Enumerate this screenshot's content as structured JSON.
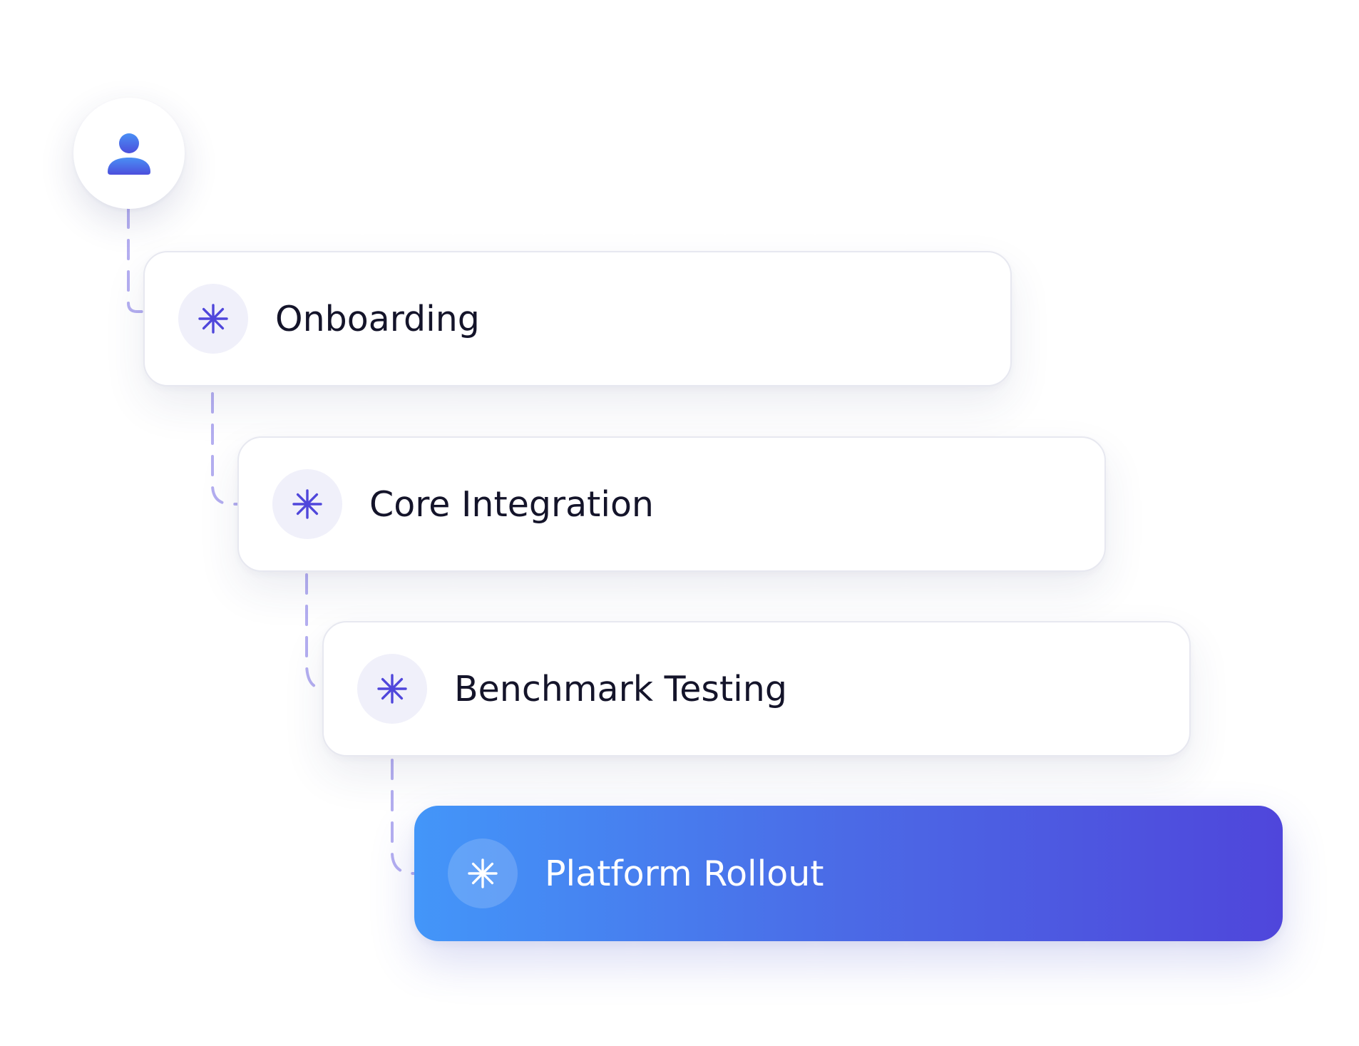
{
  "avatar": {
    "icon": "user-icon",
    "gradient_top": "#4a8ff5",
    "gradient_bottom": "#4c4fdc"
  },
  "steps": [
    {
      "label": "Onboarding",
      "icon": "asterisk-icon",
      "active": false
    },
    {
      "label": "Core Integration",
      "icon": "asterisk-icon",
      "active": false
    },
    {
      "label": "Benchmark Testing",
      "icon": "asterisk-icon",
      "active": false
    },
    {
      "label": "Platform Rollout",
      "icon": "asterisk-icon",
      "active": true
    }
  ],
  "colors": {
    "accent": "#4f46db",
    "active_gradient_start": "#4396f9",
    "active_gradient_end": "#4f46db",
    "icon_bg": "#f0f0fa",
    "connector": "#b4aef0",
    "text": "#14142a"
  }
}
